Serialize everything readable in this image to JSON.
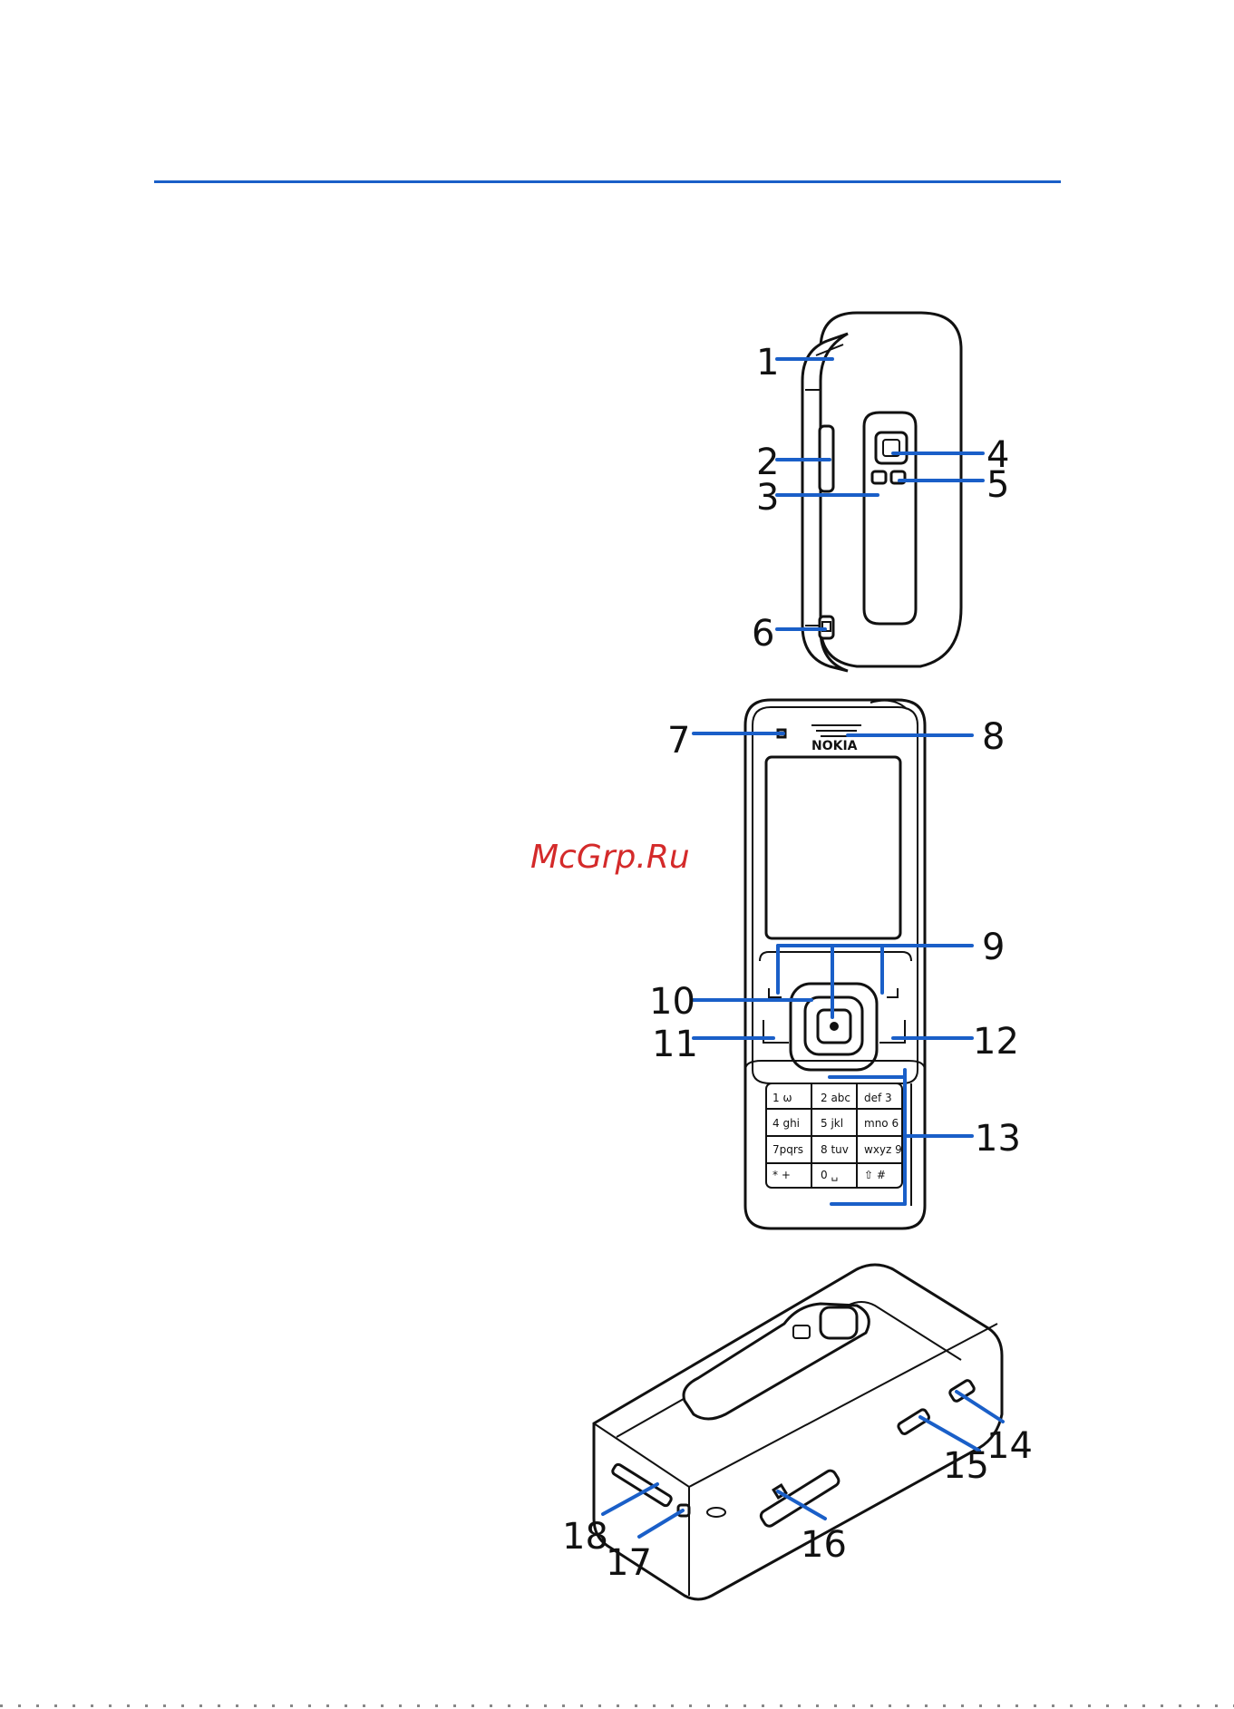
{
  "watermark": "McGrp.Ru",
  "phone_brand": "NOKIA",
  "callouts": [
    "1",
    "2",
    "3",
    "4",
    "5",
    "6",
    "7",
    "8",
    "9",
    "10",
    "11",
    "12",
    "13",
    "14",
    "15",
    "16",
    "17",
    "18"
  ],
  "keypad": [
    [
      "1 ω",
      "2 abc",
      "def 3"
    ],
    [
      "4 ghi",
      "5 jkl",
      "mno 6"
    ],
    [
      "7pqrs",
      "8 tuv",
      "wxyz 9"
    ],
    [
      "* +",
      "0 ␣",
      "⇧ #"
    ]
  ],
  "colors": {
    "accent": "#1a5fc8",
    "watermark": "#d42a2a",
    "line": "#111111"
  }
}
